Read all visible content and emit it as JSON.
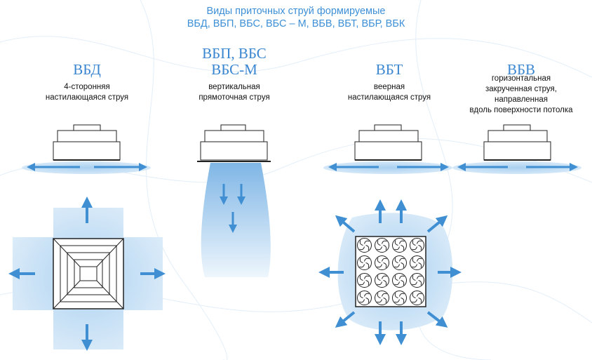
{
  "header": {
    "line1": "Виды приточных струй формируемые",
    "line2": "ВБД, ВБП, ВБС, ВБС – М, ВБВ, ВБТ, ВБР, ВБК"
  },
  "columns": [
    {
      "code": "ВБД",
      "desc": [
        "4-сторонняя",
        "настилающаяся струя"
      ]
    },
    {
      "code_line1": "ВБП, ВБС",
      "code_line2": "ВБС-М",
      "desc": [
        "вертикальная",
        "прямоточная струя"
      ]
    },
    {
      "code": "ВБТ",
      "desc": [
        "веерная",
        "настилающаяся струя"
      ]
    },
    {
      "code": "ВБВ",
      "desc": [
        "горизонтальная",
        "закрученная струя,",
        "направленная",
        "вдоль поверхности потолка"
      ]
    }
  ],
  "colors": {
    "accent": "#3d8fd6",
    "arrow": "#3f8fd2",
    "flow_light": "#cfe4f6",
    "flow_mid": "#9ec7ec"
  }
}
